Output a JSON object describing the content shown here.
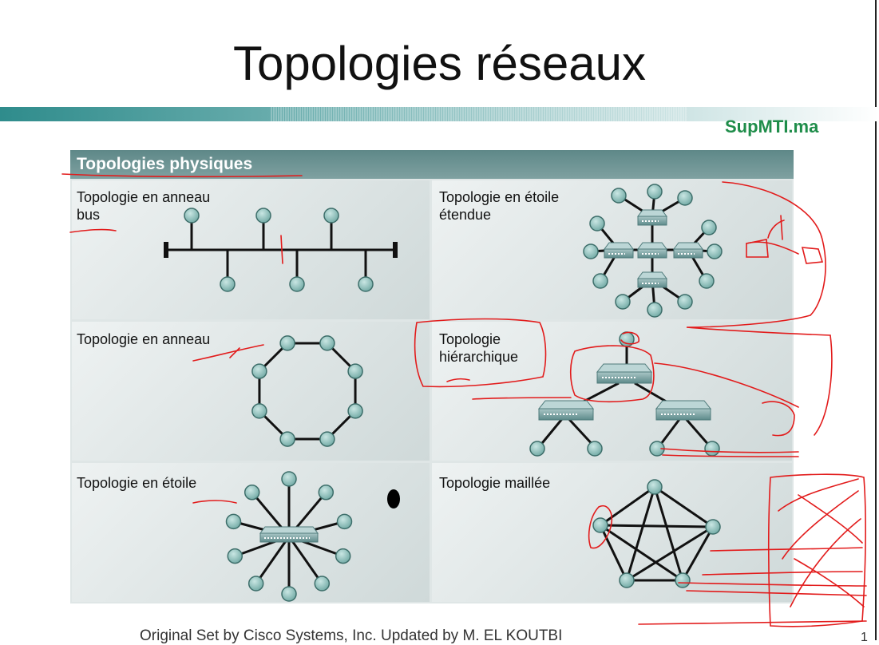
{
  "slide": {
    "title": "Topologies réseaux",
    "brand": "SupMTI.ma",
    "panel_title": "Topologies physiques",
    "footer": "Original Set by Cisco Systems, Inc. Updated by M. EL KOUTBI",
    "page_number": "1"
  },
  "topologies": [
    {
      "label_line1": "Topologie en anneau",
      "label_line2": "bus"
    },
    {
      "label_line1": "Topologie en étoile",
      "label_line2": "étendue"
    },
    {
      "label_line1": "Topologie en anneau",
      "label_line2": ""
    },
    {
      "label_line1": "Topologie",
      "label_line2": "hiérarchique"
    },
    {
      "label_line1": "Topologie en étoile",
      "label_line2": ""
    },
    {
      "label_line1": "Topologie maillée",
      "label_line2": ""
    }
  ],
  "colors": {
    "node": "#8fc4c0",
    "switch": "#7ea6a6",
    "annotation": "#e21b1b",
    "brand": "#1f8d4a"
  }
}
